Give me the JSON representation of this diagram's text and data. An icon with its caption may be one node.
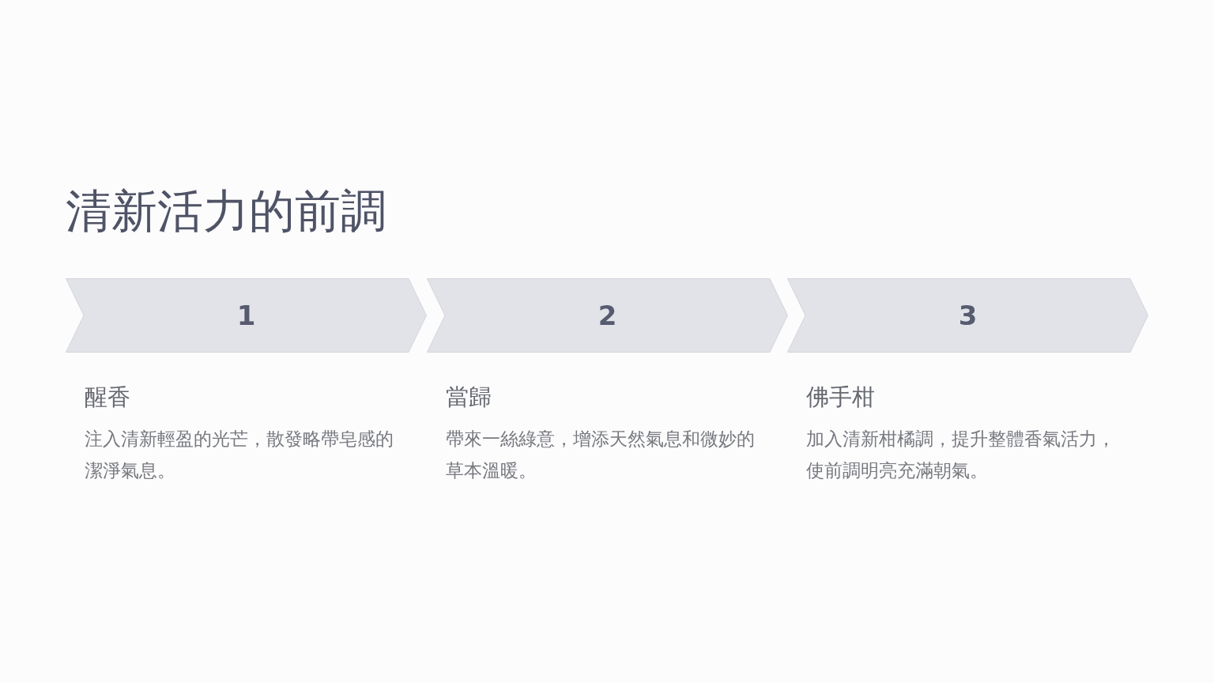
{
  "diagram": {
    "title": "清新活力的前調",
    "nodes": [
      {
        "text": [
          "1"
        ],
        "beside": [
          "醒香",
          "注入清新輕盈的光芒，散發略帶皂感的潔淨氣息。"
        ]
      },
      {
        "text": [
          "2"
        ],
        "beside": [
          "當歸",
          "帶來一絲綠意，增添天然氣息和微妙的草本溫暖。"
        ]
      },
      {
        "text": [
          "3"
        ],
        "beside": [
          "佛手柑",
          "加入清新柑橘調，提升整體香氣活力，使前調明亮充滿朝氣。"
        ]
      }
    ]
  }
}
